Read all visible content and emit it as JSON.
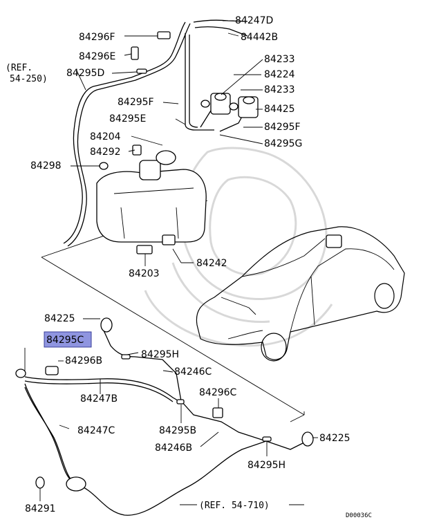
{
  "diagram": {
    "part_numbers": {
      "p84247D": "84247D",
      "p84296F": "84296F",
      "p84442B": "84442B",
      "p84296E": "84296E",
      "p84233a": "84233",
      "p84295D": "84295D",
      "p84224": "84224",
      "p84233b": "84233",
      "p84295F_left": "84295F",
      "p84425": "84425",
      "p84295E": "84295E",
      "p84295F_right": "84295F",
      "p84204": "84204",
      "p84295G": "84295G",
      "p84292": "84292",
      "p84298": "84298",
      "p84242": "84242",
      "p84203": "84203",
      "p84225_top": "84225",
      "p84295C": "84295C",
      "p84295H_top": "84295H",
      "p84296B": "84296B",
      "p84246C": "84246C",
      "p84247B": "84247B",
      "p84296C": "84296C",
      "p84247C": "84247C",
      "p84295B": "84295B",
      "p84225_bottom": "84225",
      "p84246B": "84246B",
      "p84295H_bottom": "84295H",
      "p84291": "84291"
    },
    "references": {
      "ref_54_250_line1": "(REF.",
      "ref_54_250_line2": "54-250)",
      "ref_54_710": "(REF. 54-710)"
    },
    "diagram_code": "D00036C",
    "highlighted_part": "84295C",
    "highlight_color": "#8f95e0"
  }
}
